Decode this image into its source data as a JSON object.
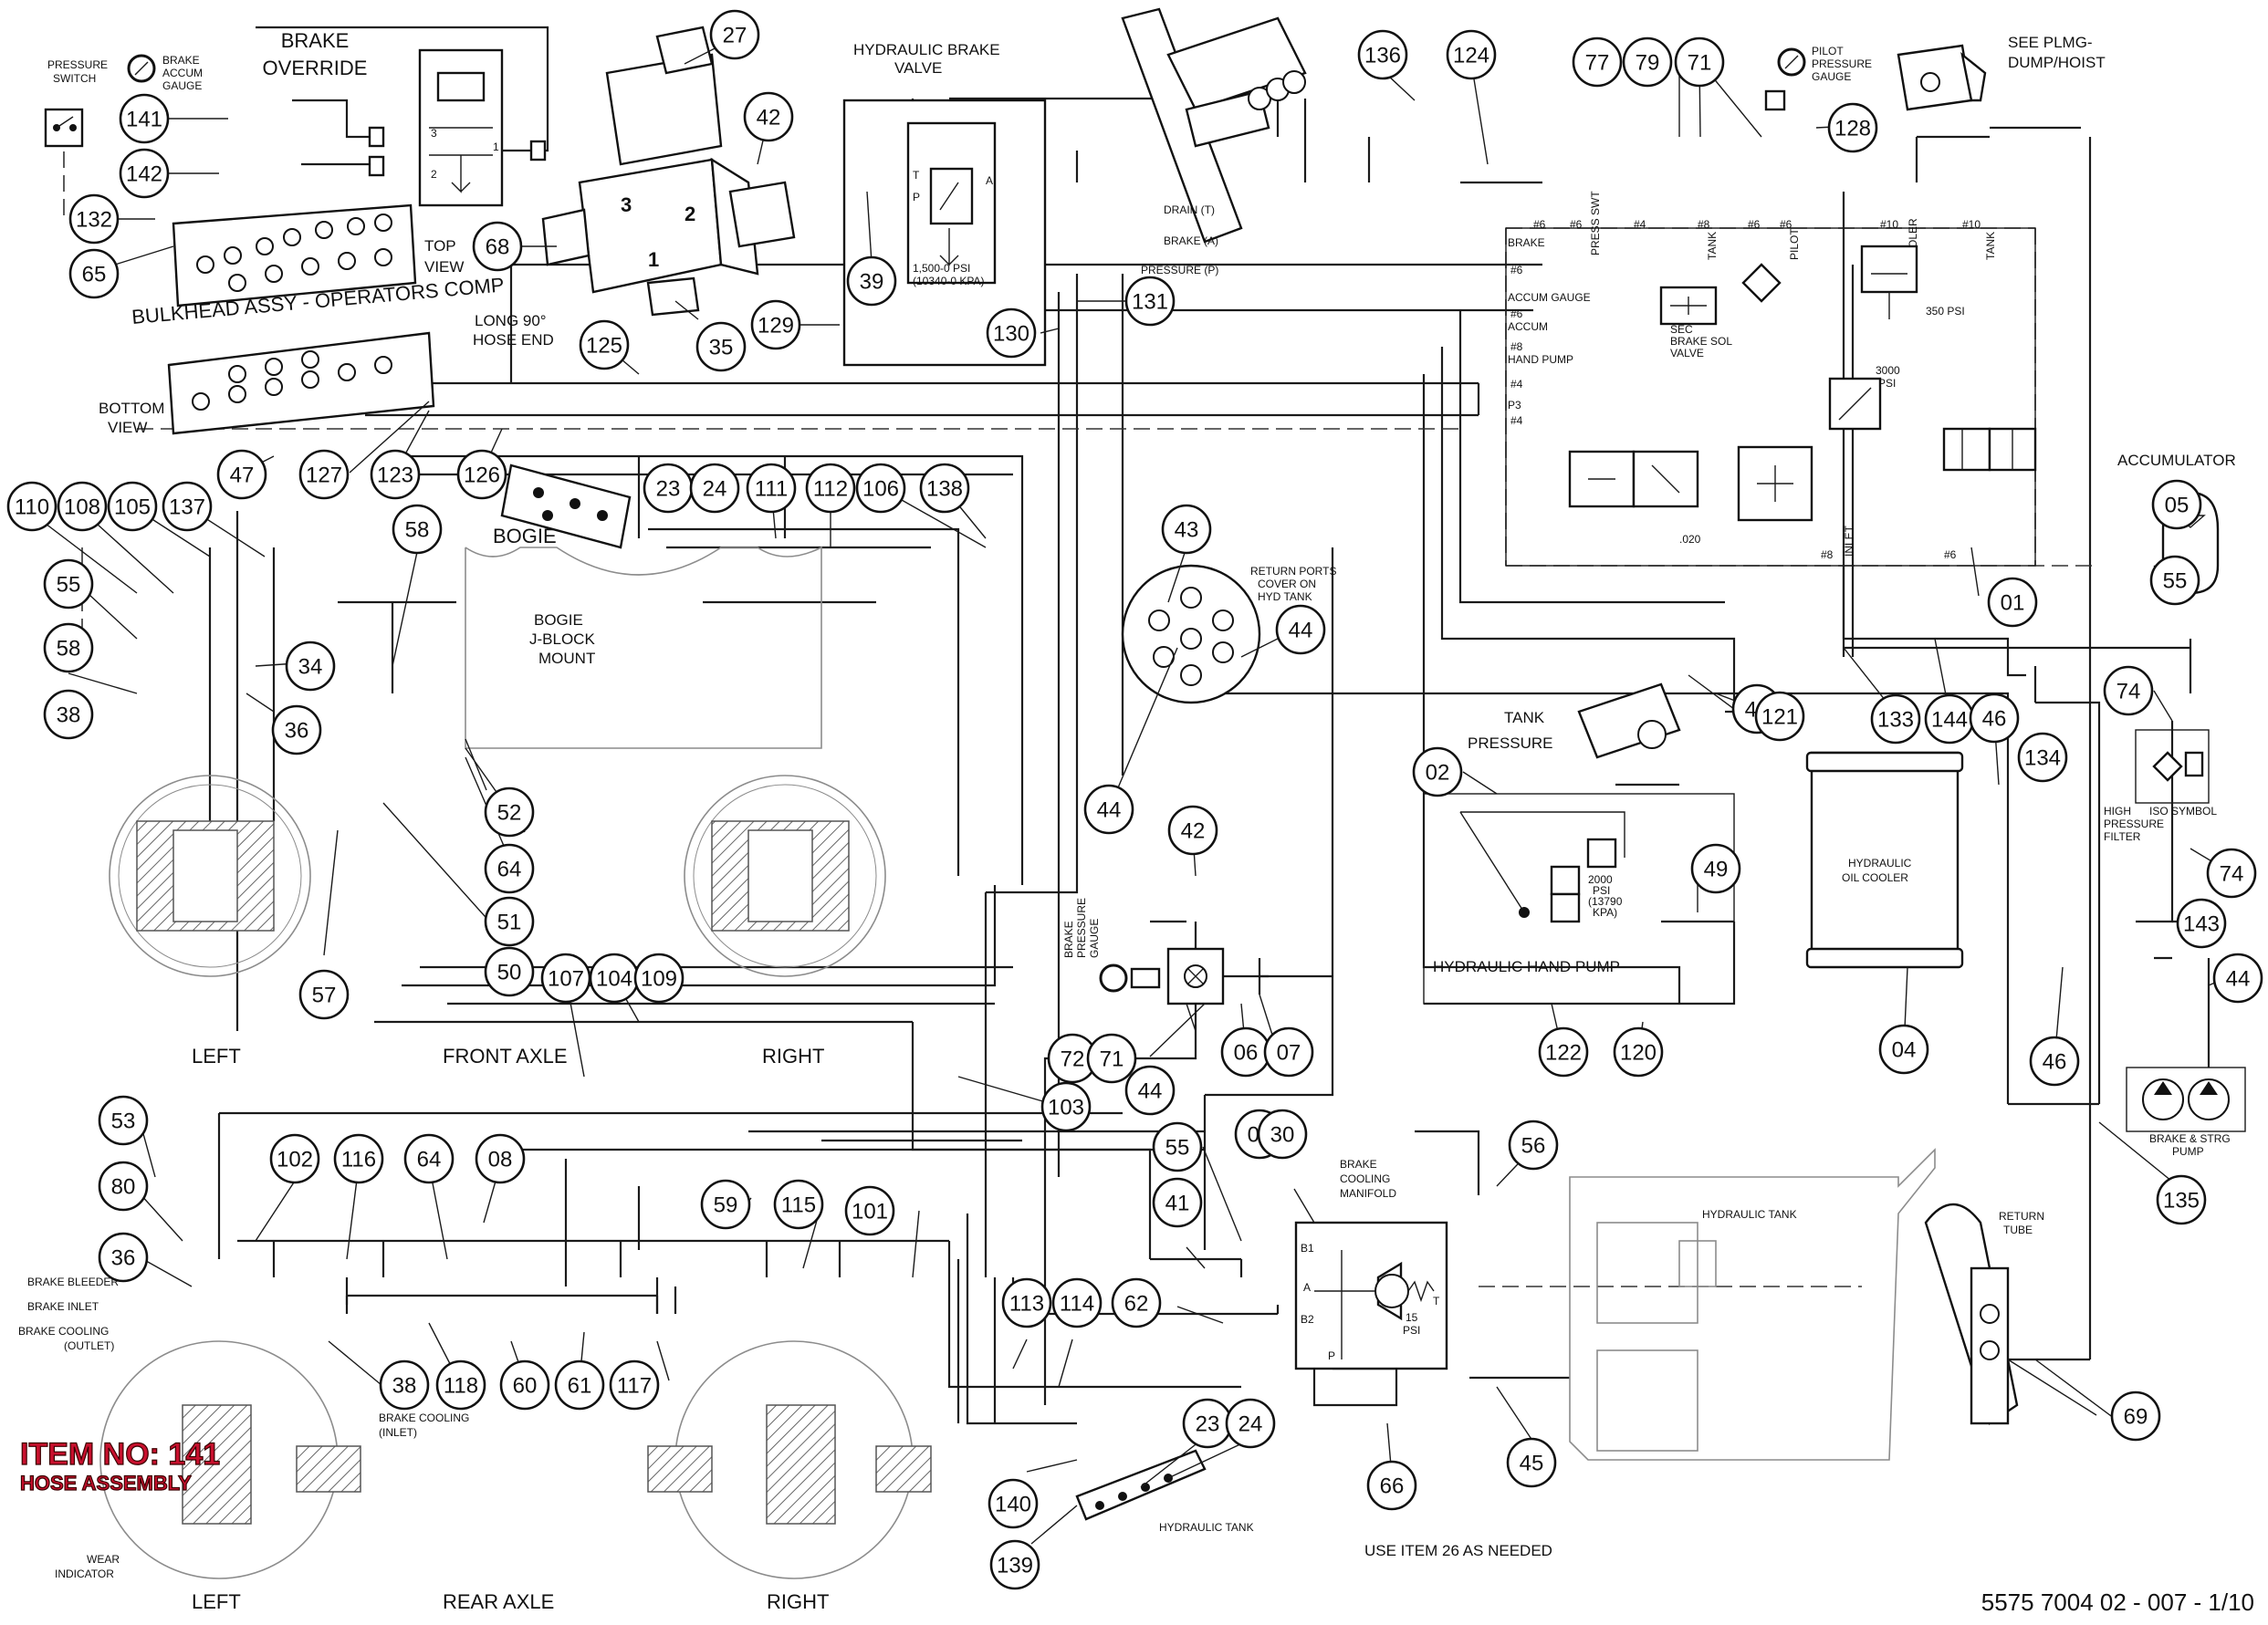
{
  "labels": {
    "pressure_switch": [
      "PRESSURE",
      "SWITCH"
    ],
    "brake_accum_gauge": [
      "BRAKE",
      "ACCUM",
      "GAUGE"
    ],
    "brake_override": [
      "BRAKE",
      "OVERRIDE"
    ],
    "top_view": [
      "TOP",
      "VIEW"
    ],
    "bulkhead_assy": "BULKHEAD ASSY - OPERATORS COMP",
    "bottom_view": [
      "BOTTOM",
      "VIEW"
    ],
    "long_90_hose_end": [
      "LONG 90°",
      "HOSE END"
    ],
    "hydraulic_brake_valve": [
      "HYDRAULIC BRAKE",
      "VALVE"
    ],
    "brake_valve_pressure": [
      "1,500-0 PSI",
      "(10340-0 KPA)"
    ],
    "drain_t": "DRAIN (T)",
    "brake_a": "BRAKE (A)",
    "pressure_p": "PRESSURE (P)",
    "pilot_pressure_gauge": [
      "PILOT",
      "PRESSURE",
      "GAUGE"
    ],
    "see_plmg": [
      "SEE PLMG-",
      "DUMP/HOIST"
    ],
    "manifold_ports": [
      "BRAKE",
      "ACCUM GAUGE",
      "ACCUM",
      "HAND PUMP",
      "P3"
    ],
    "port_sizes": [
      "#6",
      "#6",
      "#4",
      "#8",
      "#6",
      "#6",
      "#10",
      "#10",
      "#6",
      "#6",
      "#8",
      "#4",
      "#4",
      "#8",
      "#6"
    ],
    "sec_brake_sol_valve": [
      "SEC",
      "BRAKE SOL",
      "VALVE"
    ],
    "psi_3000": [
      "3000",
      "PSI"
    ],
    "psi_350": "350  PSI",
    "orifice": ".020",
    "cooler": "COOLER",
    "tank": "TANK",
    "pilot": "PILOT",
    "press_swt": "PRESS SWT",
    "inlet": "INLET",
    "accumulator": "ACCUMULATOR",
    "bogie": "BOGIE",
    "bogie_jblock": [
      "BOGIE",
      "J-BLOCK",
      "MOUNT"
    ],
    "return_ports": [
      "RETURN PORTS",
      "COVER ON",
      "HYD TANK"
    ],
    "tank_label": "TANK",
    "pressure_label": "PRESSURE",
    "hydraulic_hand_pump": "HYDRAULIC HAND PUMP",
    "hand_pump_psi": [
      "2000",
      "PSI",
      "(13790",
      "KPA)"
    ],
    "brake_pressure_gauge": [
      "BRAKE",
      "PRESSURE",
      "GAUGE"
    ],
    "hydraulic_oil_cooler": [
      "HYDRAULIC",
      "OIL COOLER"
    ],
    "high_pressure_filter": [
      "HIGH",
      "PRESSURE",
      "FILTER"
    ],
    "iso_symbol": "ISO SYMBOL",
    "brake_strg_pump": [
      "BRAKE   & STRG",
      "PUMP"
    ],
    "left_front": "LEFT",
    "front_axle": "FRONT AXLE",
    "right_front": "RIGHT",
    "brake_bleeder": "BRAKE BLEEDER",
    "brake_inlet": "BRAKE INLET",
    "brake_cooling_outlet": [
      "BRAKE COOLING",
      "(OUTLET)"
    ],
    "brake_cooling_inlet": [
      "BRAKE COOLING",
      "(INLET)"
    ],
    "wear_indicator": [
      "WEAR",
      "INDICATOR"
    ],
    "left_rear": "LEFT",
    "rear_axle": "REAR AXLE",
    "right_rear": "RIGHT",
    "brake_cooling_manifold": [
      "BRAKE",
      "COOLING",
      "MANIFOLD"
    ],
    "manifold_port_b1": "B1",
    "manifold_port_a": "A",
    "manifold_port_b2": "B2",
    "manifold_port_p": "P",
    "manifold_port_t": "T",
    "psi_15": [
      "15",
      "PSI"
    ],
    "hydraulic_tank": "HYDRAULIC TANK",
    "hydraulic_tank_small": "HYDRAULIC TANK",
    "return_tube": [
      "RETURN",
      "TUBE"
    ],
    "use_item_26": "USE ITEM 26 AS NEEDED",
    "item_no": "ITEM NO: 141",
    "hose_assembly": "HOSE ASSEMBLY",
    "drawing_number": "5575 7004 02 - 007 - 1/10",
    "valve_ports": [
      "3",
      "2",
      "1"
    ],
    "brake_valve_ports": [
      "T",
      "P",
      "A"
    ]
  },
  "callouts": [
    {
      "id": "c141",
      "text": "141"
    },
    {
      "id": "c142",
      "text": "142"
    },
    {
      "id": "c132",
      "text": "132"
    },
    {
      "id": "c65",
      "text": "65"
    },
    {
      "id": "c27",
      "text": "27"
    },
    {
      "id": "c42a",
      "text": "42"
    },
    {
      "id": "c68",
      "text": "68"
    },
    {
      "id": "c35",
      "text": "35"
    },
    {
      "id": "c39",
      "text": "39"
    },
    {
      "id": "c129",
      "text": "129"
    },
    {
      "id": "c130",
      "text": "130"
    },
    {
      "id": "c131",
      "text": "131"
    },
    {
      "id": "c136",
      "text": "136"
    },
    {
      "id": "c124",
      "text": "124"
    },
    {
      "id": "c77",
      "text": "77"
    },
    {
      "id": "c79",
      "text": "79"
    },
    {
      "id": "c71a",
      "text": "71"
    },
    {
      "id": "c128",
      "text": "128"
    },
    {
      "id": "c125",
      "text": "125"
    },
    {
      "id": "c47",
      "text": "47"
    },
    {
      "id": "c127",
      "text": "127"
    },
    {
      "id": "c123",
      "text": "123"
    },
    {
      "id": "c126",
      "text": "126"
    },
    {
      "id": "c23a",
      "text": "23"
    },
    {
      "id": "c24a",
      "text": "24"
    },
    {
      "id": "c111",
      "text": "111"
    },
    {
      "id": "c112",
      "text": "112"
    },
    {
      "id": "c106",
      "text": "106"
    },
    {
      "id": "c138",
      "text": "138"
    },
    {
      "id": "c110",
      "text": "110"
    },
    {
      "id": "c108",
      "text": "108"
    },
    {
      "id": "c105",
      "text": "105"
    },
    {
      "id": "c137",
      "text": "137"
    },
    {
      "id": "c58a",
      "text": "58"
    },
    {
      "id": "c55a",
      "text": "55"
    },
    {
      "id": "c58b",
      "text": "58"
    },
    {
      "id": "c34",
      "text": "34"
    },
    {
      "id": "c38a",
      "text": "38"
    },
    {
      "id": "c36a",
      "text": "36"
    },
    {
      "id": "c52",
      "text": "52"
    },
    {
      "id": "c64a",
      "text": "64"
    },
    {
      "id": "c51",
      "text": "51"
    },
    {
      "id": "c50",
      "text": "50"
    },
    {
      "id": "c57",
      "text": "57"
    },
    {
      "id": "c107",
      "text": "107"
    },
    {
      "id": "c104",
      "text": "104"
    },
    {
      "id": "c109",
      "text": "109"
    },
    {
      "id": "c43",
      "text": "43"
    },
    {
      "id": "c44a",
      "text": "44"
    },
    {
      "id": "c44b",
      "text": "44"
    },
    {
      "id": "c42b",
      "text": "42"
    },
    {
      "id": "c72",
      "text": "72"
    },
    {
      "id": "c71b",
      "text": "71"
    },
    {
      "id": "c06",
      "text": "06"
    },
    {
      "id": "c07",
      "text": "07"
    },
    {
      "id": "c44c",
      "text": "44"
    },
    {
      "id": "c103",
      "text": "103"
    },
    {
      "id": "c02",
      "text": "02"
    },
    {
      "id": "c48",
      "text": "48"
    },
    {
      "id": "c49",
      "text": "49"
    },
    {
      "id": "c121",
      "text": "121"
    },
    {
      "id": "c122",
      "text": "122"
    },
    {
      "id": "c120",
      "text": "120"
    },
    {
      "id": "c01",
      "text": "01"
    },
    {
      "id": "c05",
      "text": "05"
    },
    {
      "id": "c55b",
      "text": "55"
    },
    {
      "id": "c133",
      "text": "133"
    },
    {
      "id": "c144",
      "text": "144"
    },
    {
      "id": "c46a",
      "text": "46"
    },
    {
      "id": "c134",
      "text": "134"
    },
    {
      "id": "c74a",
      "text": "74"
    },
    {
      "id": "c74b",
      "text": "74"
    },
    {
      "id": "c143",
      "text": "143"
    },
    {
      "id": "c44d",
      "text": "44"
    },
    {
      "id": "c04",
      "text": "04"
    },
    {
      "id": "c46b",
      "text": "46"
    },
    {
      "id": "c135",
      "text": "135"
    },
    {
      "id": "c69",
      "text": "69"
    },
    {
      "id": "c53",
      "text": "53"
    },
    {
      "id": "c80",
      "text": "80"
    },
    {
      "id": "c102",
      "text": "102"
    },
    {
      "id": "c116",
      "text": "116"
    },
    {
      "id": "c64b",
      "text": "64"
    },
    {
      "id": "c08",
      "text": "08"
    },
    {
      "id": "c36b",
      "text": "36"
    },
    {
      "id": "c59",
      "text": "59"
    },
    {
      "id": "c115",
      "text": "115"
    },
    {
      "id": "c101",
      "text": "101"
    },
    {
      "id": "c38b",
      "text": "38"
    },
    {
      "id": "c118",
      "text": "118"
    },
    {
      "id": "c60",
      "text": "60"
    },
    {
      "id": "c61",
      "text": "61"
    },
    {
      "id": "c117",
      "text": "117"
    },
    {
      "id": "c55c",
      "text": "55"
    },
    {
      "id": "c03",
      "text": "03"
    },
    {
      "id": "c30",
      "text": "30"
    },
    {
      "id": "c41",
      "text": "41"
    },
    {
      "id": "c62",
      "text": "62"
    },
    {
      "id": "c113",
      "text": "113"
    },
    {
      "id": "c114",
      "text": "114"
    },
    {
      "id": "c23b",
      "text": "23"
    },
    {
      "id": "c24b",
      "text": "24"
    },
    {
      "id": "c140",
      "text": "140"
    },
    {
      "id": "c139",
      "text": "139"
    },
    {
      "id": "c66",
      "text": "66"
    },
    {
      "id": "c56",
      "text": "56"
    },
    {
      "id": "c45",
      "text": "45"
    }
  ]
}
